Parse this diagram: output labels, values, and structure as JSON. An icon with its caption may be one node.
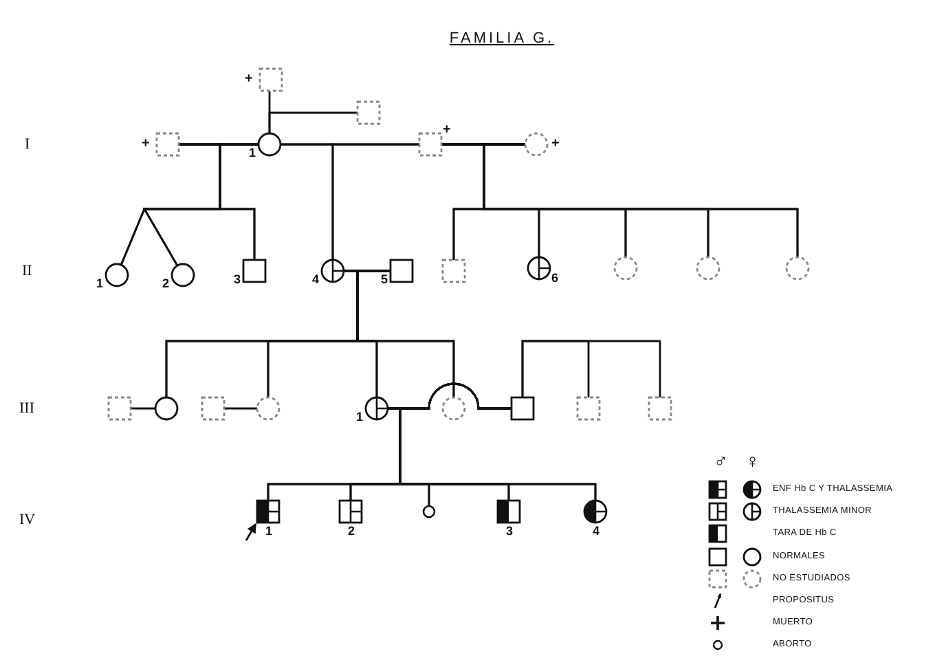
{
  "diagram": {
    "title": "FAMILIA G.",
    "nodes": [
      {
        "text": [],
        "shape": "box",
        "beside": [
          "+"
        ]
      },
      {
        "text": [],
        "shape": "box"
      },
      {
        "text": [],
        "shape": "box",
        "beside": [
          "+"
        ]
      },
      {
        "text": [
          "1"
        ]
      },
      {
        "text": [],
        "shape": "box",
        "beside": [
          "+"
        ]
      },
      {
        "text": [],
        "shape": "circle",
        "beside": [
          "+"
        ]
      },
      {
        "text": [
          "1"
        ]
      },
      {
        "text": [
          "2"
        ]
      },
      {
        "text": [
          "3"
        ]
      },
      {
        "text": [
          "4"
        ]
      },
      {
        "text": [
          "5"
        ]
      },
      {
        "text": [],
        "shape": "box"
      },
      {
        "text": [
          "6"
        ]
      },
      {
        "text": [],
        "shape": "circle"
      },
      {
        "text": [],
        "shape": "circle"
      },
      {
        "text": [],
        "shape": "circle"
      },
      {
        "text": [],
        "shape": "box"
      },
      {
        "text": [],
        "shape": "circle"
      },
      {
        "text": [],
        "shape": "box"
      },
      {
        "text": [],
        "shape": "circle"
      },
      {
        "text": [
          "1"
        ]
      },
      {
        "text": [],
        "shape": "circle"
      },
      {
        "text": [],
        "shape": "box"
      },
      {
        "text": [],
        "shape": "box"
      },
      {
        "text": [],
        "shape": "box"
      },
      {
        "text": [
          "1"
        ]
      },
      {
        "text": [
          "2"
        ]
      },
      {
        "text": [],
        "shape": "circle"
      },
      {
        "text": [
          "3"
        ]
      },
      {
        "text": [
          "4"
        ]
      }
    ],
    "edges": [
      {
        "from": 0,
        "to": 3,
        "arrow": "none"
      },
      {
        "from": 1,
        "to": 3,
        "arrow": "none"
      },
      {
        "from": 2,
        "to": 3,
        "arrow": "none"
      },
      {
        "from": 3,
        "to": 4,
        "arrow": "none"
      },
      {
        "from": 4,
        "to": 5,
        "arrow": "none"
      },
      {
        "from": 2,
        "to": 6,
        "arrow": "none"
      },
      {
        "from": 3,
        "to": 6,
        "arrow": "none"
      },
      {
        "from": 2,
        "to": 7,
        "arrow": "none"
      },
      {
        "from": 3,
        "to": 7,
        "arrow": "none"
      },
      {
        "from": 2,
        "to": 8,
        "arrow": "none"
      },
      {
        "from": 3,
        "to": 8,
        "arrow": "none"
      },
      {
        "from": 3,
        "to": 9,
        "arrow": "none"
      },
      {
        "from": 4,
        "to": 9,
        "arrow": "none"
      },
      {
        "from": 4,
        "to": 11,
        "arrow": "none"
      },
      {
        "from": 5,
        "to": 11,
        "arrow": "none"
      },
      {
        "from": 4,
        "to": 12,
        "arrow": "none"
      },
      {
        "from": 5,
        "to": 12,
        "arrow": "none"
      },
      {
        "from": 4,
        "to": 13,
        "arrow": "none"
      },
      {
        "from": 5,
        "to": 13,
        "arrow": "none"
      },
      {
        "from": 4,
        "to": 14,
        "arrow": "none"
      },
      {
        "from": 5,
        "to": 14,
        "arrow": "none"
      },
      {
        "from": 4,
        "to": 15,
        "arrow": "none"
      },
      {
        "from": 5,
        "to": 15,
        "arrow": "none"
      },
      {
        "from": 9,
        "to": 10,
        "arrow": "none"
      },
      {
        "from": 16,
        "to": 17,
        "arrow": "none"
      },
      {
        "from": 18,
        "to": 19,
        "arrow": "none"
      },
      {
        "from": 9,
        "to": 17,
        "arrow": "none"
      },
      {
        "from": 10,
        "to": 17,
        "arrow": "none"
      },
      {
        "from": 9,
        "to": 19,
        "arrow": "none"
      },
      {
        "from": 10,
        "to": 19,
        "arrow": "none"
      },
      {
        "from": 9,
        "to": 20,
        "arrow": "none"
      },
      {
        "from": 10,
        "to": 20,
        "arrow": "none"
      },
      {
        "from": 9,
        "to": 21,
        "arrow": "none"
      },
      {
        "from": 10,
        "to": 21,
        "arrow": "none"
      },
      {
        "from": 20,
        "to": 22,
        "arrow": "none"
      },
      {
        "from": 22,
        "to": 23,
        "arrow": "none"
      },
      {
        "from": 22,
        "to": 24,
        "arrow": "none"
      },
      {
        "from": 20,
        "to": 25,
        "arrow": "none"
      },
      {
        "from": 22,
        "to": 25,
        "arrow": "none"
      },
      {
        "from": 20,
        "to": 26,
        "arrow": "none"
      },
      {
        "from": 22,
        "to": 26,
        "arrow": "none"
      },
      {
        "from": 20,
        "to": 27,
        "arrow": "none"
      },
      {
        "from": 22,
        "to": 27,
        "arrow": "none"
      },
      {
        "from": 20,
        "to": 28,
        "arrow": "none"
      },
      {
        "from": 22,
        "to": 28,
        "arrow": "none"
      },
      {
        "from": 20,
        "to": 29,
        "arrow": "none"
      },
      {
        "from": 22,
        "to": 29,
        "arrow": "none"
      },
      {
        "from": null,
        "to": 25,
        "arrow": "to"
      }
    ],
    "labels": [
      "I",
      "II",
      "III",
      "♂",
      "♀",
      "IV"
    ],
    "legend": [
      {
        "text": "ENF Hb C Y THALASSEMIA"
      },
      {
        "text": "THALASSEMIA MINOR"
      },
      {
        "text": "TARA DE Hb C"
      },
      {
        "text": "NORMALES"
      },
      {
        "text": "NO ESTUDIADOS"
      },
      {
        "text": "PROPOSITUS"
      },
      {
        "text": "MUERTO"
      },
      {
        "text": "ABORTO"
      }
    ]
  }
}
